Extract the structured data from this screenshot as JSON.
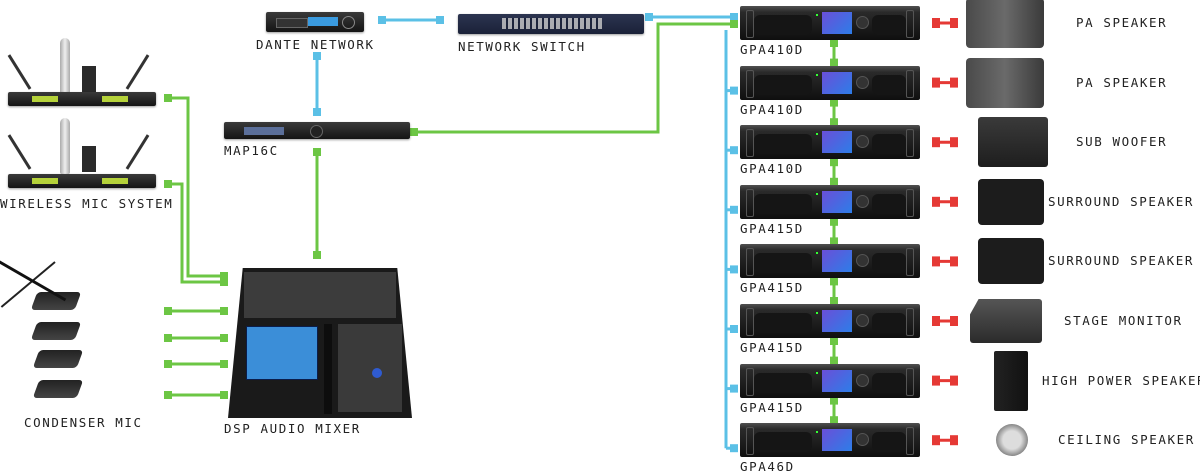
{
  "diagram": {
    "type": "audio system wiring diagram",
    "colors": {
      "dante_network_link": "#5bc0e6",
      "analog_audio_link": "#6cc644",
      "speaker_link": "#e53935",
      "label_text": "#222222"
    },
    "sources": [
      {
        "id": "wireless-mic-system",
        "label": "WIRELESS MIC SYSTEM",
        "units": 2
      },
      {
        "id": "condenser-mic",
        "label": "CONDENSER MIC",
        "units": 4
      }
    ],
    "processing": [
      {
        "id": "dsp-audio-mixer",
        "label": "DSP AUDIO MIXER"
      },
      {
        "id": "map16c",
        "label": "MAP16C"
      },
      {
        "id": "dante-network",
        "label": "DANTE NETWORK"
      },
      {
        "id": "network-switch",
        "label": "NETWORK SWITCH"
      }
    ],
    "amplifiers": [
      {
        "label": "GPA410D",
        "speaker": "PA SPEAKER"
      },
      {
        "label": "GPA410D",
        "speaker": "PA SPEAKER"
      },
      {
        "label": "GPA410D",
        "speaker": "SUB WOOFER"
      },
      {
        "label": "GPA415D",
        "speaker": "SURROUND SPEAKER"
      },
      {
        "label": "GPA415D",
        "speaker": "SURROUND SPEAKER"
      },
      {
        "label": "GPA415D",
        "speaker": "STAGE MONITOR"
      },
      {
        "label": "GPA415D",
        "speaker": "HIGH POWER SPEAKER"
      },
      {
        "label": "GPA46D",
        "speaker": "CEILING SPEAKER"
      }
    ],
    "connections": [
      {
        "from": "wireless-mic-system",
        "to": "dsp-audio-mixer",
        "type": "analog"
      },
      {
        "from": "condenser-mic",
        "to": "dsp-audio-mixer",
        "type": "analog"
      },
      {
        "from": "dsp-audio-mixer",
        "to": "map16c",
        "type": "analog"
      },
      {
        "from": "map16c",
        "to": "dante-network",
        "type": "dante"
      },
      {
        "from": "dante-network",
        "to": "network-switch",
        "type": "dante"
      },
      {
        "from": "network-switch",
        "to": "amplifiers",
        "type": "dante"
      },
      {
        "from": "map16c",
        "to": "amplifiers",
        "type": "analog"
      },
      {
        "from": "amplifiers",
        "to": "speakers",
        "type": "speaker"
      }
    ]
  }
}
